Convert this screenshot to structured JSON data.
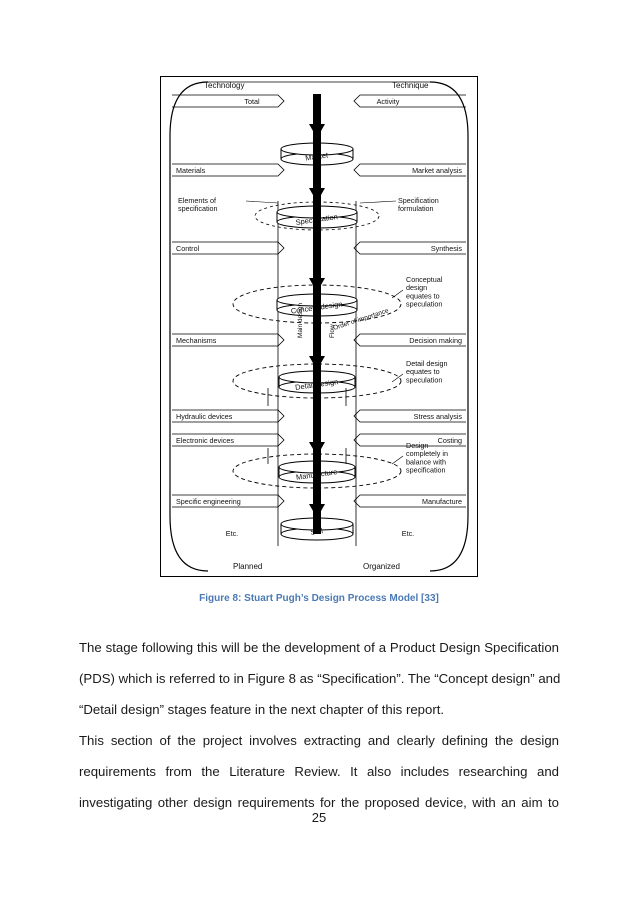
{
  "figure": {
    "top_labels": {
      "left": "Technology",
      "right": "Technique"
    },
    "bottom_labels": {
      "left": "Planned",
      "right": "Organized"
    },
    "left_inputs": [
      "Total",
      "Materials",
      "Elements of specification",
      "Control",
      "Mechanisms",
      "Hydraulic devices",
      "Electronic devices",
      "Specific engineering",
      "Etc."
    ],
    "right_inputs": [
      "Activity",
      "Market analysis",
      "Specification formulation",
      "Synthesis",
      "Decision making",
      "Stress analysis",
      "Costing",
      "Manufacture",
      "Etc."
    ],
    "stages": [
      "Market",
      "Specification",
      "Concept design",
      "Detail design",
      "Manufacture",
      "Sell"
    ],
    "annotations": {
      "concept": [
        "Conceptual",
        "design",
        "equates to",
        "speculation"
      ],
      "detail": [
        "Detail design",
        "equates to",
        "speculation"
      ],
      "manufacture": [
        "Design",
        "completely in",
        "balance with",
        "specification"
      ]
    },
    "core_labels": {
      "main_design": "Main design",
      "flow": "Flow",
      "order": "Order of importance"
    }
  },
  "caption": "Figure 8: Stuart Pugh’s Design Process Model [33]",
  "paragraphs": [
    {
      "lines": [
        "The stage following this will be the development of a Product Design Specification",
        "(PDS) which is referred to in Figure 8 as “Specification”. The “Concept design” and",
        "“Detail design” stages feature in the next chapter of this report."
      ]
    },
    {
      "lines": [
        "This section of the project involves extracting and clearly defining the design",
        "requirements from the Literature Review. It also includes researching and",
        "investigating other design requirements for the proposed device, with an aim to"
      ]
    }
  ],
  "page_number": "25"
}
